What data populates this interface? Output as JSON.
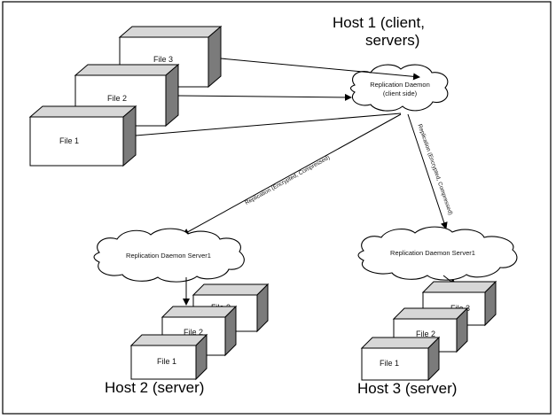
{
  "hosts": {
    "host1_line1": "Host 1 (client,",
    "host1_line2": "servers)",
    "host2": "Host 2 (server)",
    "host3": "Host 3 (server)"
  },
  "files": {
    "host1": [
      "File 3",
      "File 2",
      "File 1"
    ],
    "host2": [
      "File 3",
      "File 2",
      "File 1"
    ],
    "host3": [
      "File 3",
      "File 2",
      "File 1"
    ]
  },
  "daemons": {
    "client_line1": "Replication Daemon",
    "client_line2": "(client side)",
    "server2": "Replication Daemon Server1",
    "server3": "Replication Daemon Server1"
  },
  "edges": {
    "to_host2": "Replication (Encrypted, Compressed)",
    "to_host3": "Replication (Encrypted, Compressed)"
  },
  "colors": {
    "cube_side": "#7b7b7b",
    "cube_top": "#d7d7d7",
    "line": "#000000"
  }
}
